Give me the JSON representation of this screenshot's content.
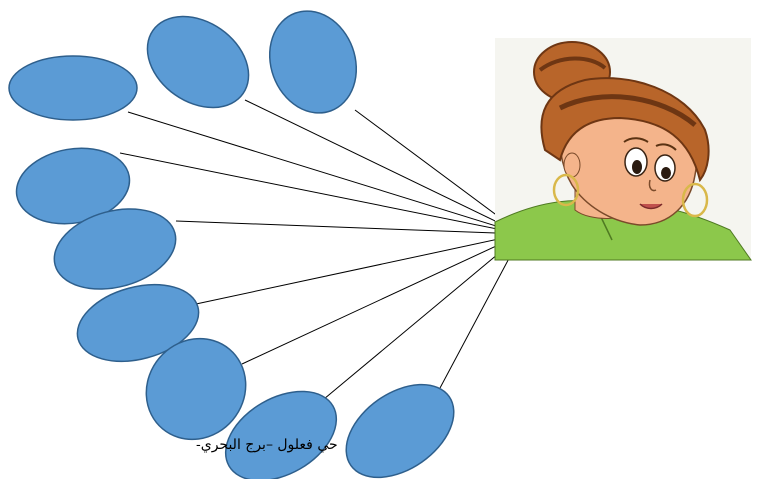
{
  "caption": "حي فعلول –برج البحري-",
  "colors": {
    "bubble_fill": "#5b9bd5",
    "bubble_stroke": "#2e5f8c",
    "connector": "#000000",
    "background": "#ffffff",
    "illustration_background": "#f5f5f0",
    "skin": "#f4b48b",
    "hair": "#b8652a",
    "hair_dark": "#6e3613",
    "shirt": "#8cc84b"
  },
  "illustration": {
    "subject": "girl-portrait-cartoon"
  },
  "bubbles": [
    {
      "id": "bubble-1",
      "text": ""
    },
    {
      "id": "bubble-2",
      "text": ""
    },
    {
      "id": "bubble-3",
      "text": ""
    },
    {
      "id": "bubble-4",
      "text": ""
    },
    {
      "id": "bubble-5",
      "text": ""
    },
    {
      "id": "bubble-6",
      "text": ""
    },
    {
      "id": "bubble-7",
      "text": ""
    },
    {
      "id": "bubble-8",
      "text": ""
    },
    {
      "id": "bubble-9",
      "text": ""
    }
  ]
}
